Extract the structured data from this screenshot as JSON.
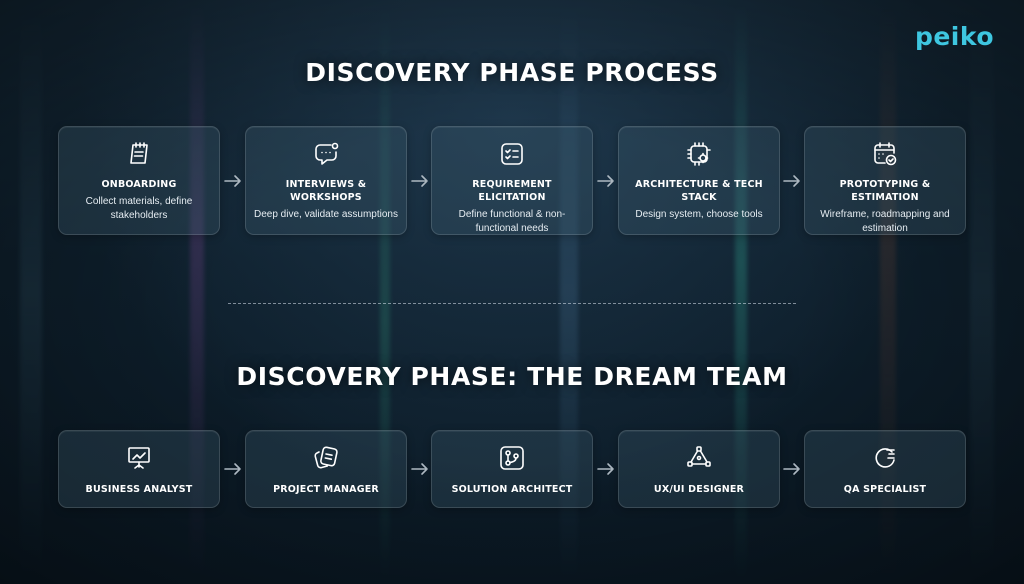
{
  "brand": {
    "logo": "peiko"
  },
  "process": {
    "title": "DISCOVERY PHASE PROCESS",
    "steps": [
      {
        "title": "ONBOARDING",
        "desc": "Collect materials, define stakeholders",
        "icon": "notebook-icon"
      },
      {
        "title": "INTERVIEWS & WORKSHOPS",
        "desc": "Deep dive, validate assumptions",
        "icon": "chat-bubble-icon"
      },
      {
        "title": "REQUIREMENT ELICITATION",
        "desc": "Define functional & non-functional needs",
        "icon": "checklist-icon"
      },
      {
        "title": "ARCHITECTURE & TECH STACK",
        "desc": "Design system, choose tools",
        "icon": "chip-gear-icon"
      },
      {
        "title": "PROTOTYPING & ESTIMATION",
        "desc": "Wireframe, roadmapping and estimation",
        "icon": "calendar-check-icon"
      }
    ]
  },
  "team": {
    "title": "DISCOVERY PHASE: THE DREAM TEAM",
    "roles": [
      {
        "title": "BUSINESS ANALYST",
        "icon": "presentation-board-icon"
      },
      {
        "title": "PROJECT MANAGER",
        "icon": "documents-icon"
      },
      {
        "title": "SOLUTION ARCHITECT",
        "icon": "branch-icon"
      },
      {
        "title": "UX/UI DESIGNER",
        "icon": "vector-nodes-icon"
      },
      {
        "title": "QA SPECIALIST",
        "icon": "refresh-lines-icon"
      }
    ]
  },
  "colors": {
    "accent": "#3ec6e0",
    "text": "#ffffff",
    "background": "#0e1f2c"
  }
}
